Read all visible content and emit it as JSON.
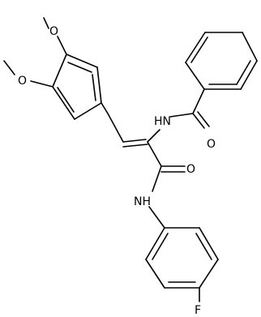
{
  "atoms": {
    "o_methoxy_top": "O",
    "o_methoxy_side": "O",
    "nh_amide": "HN",
    "o_benzoyl": "O",
    "o_carbonyl": "O",
    "nh_anilide": "NH",
    "f": "F"
  }
}
